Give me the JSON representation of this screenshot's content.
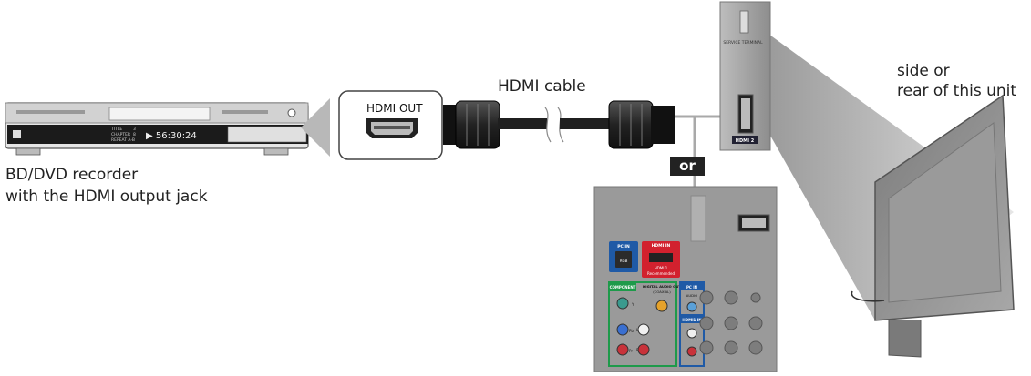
{
  "labels": {
    "recorder_line1": "BD/DVD recorder",
    "recorder_line2": "with the HDMI output jack",
    "unit_line1": "side or",
    "unit_line2": "rear of this unit",
    "cable": "HDMI cable",
    "hdmi_out": "HDMI OUT",
    "or": "or"
  },
  "recorder_panel": {
    "display_time": "▶ 56:30:24",
    "title": "TITLE",
    "chapter": "CHAPTER",
    "repeat": "REPEAT A-B",
    "title_num": "3",
    "chapter_num": "8"
  },
  "tv_side_panel": {
    "service_terminal": "SERVICE TERMINAL",
    "hdmi_2": "HDMI 2"
  },
  "rear_panel": {
    "pc_in": "PC IN",
    "rgb": "RGB",
    "hdmi_in": "HDMI IN",
    "hdmi_1_recommended": "HDMI 1",
    "recommended": "Recommended",
    "component": "COMPONENT",
    "digital_audio_out": "DIGITAL AUDIO OUT",
    "coaxial": "(COAXIAL)",
    "pc_in_audio": "PC IN",
    "audio": "AUDIO",
    "hdmi1_in": "HDMI1 IN",
    "y": "Y",
    "pb": "Pb",
    "pr": "Pr",
    "l": "L",
    "r": "R"
  },
  "colors": {
    "cable": "#2a2a2a",
    "line": "#a9a9a9",
    "panel_gray": "#9a9a9a",
    "tv_gray": "#8c8c8c",
    "blue_box": "#1f5aa6",
    "red_box": "#d2212e",
    "green_box": "#1e9a4a"
  }
}
